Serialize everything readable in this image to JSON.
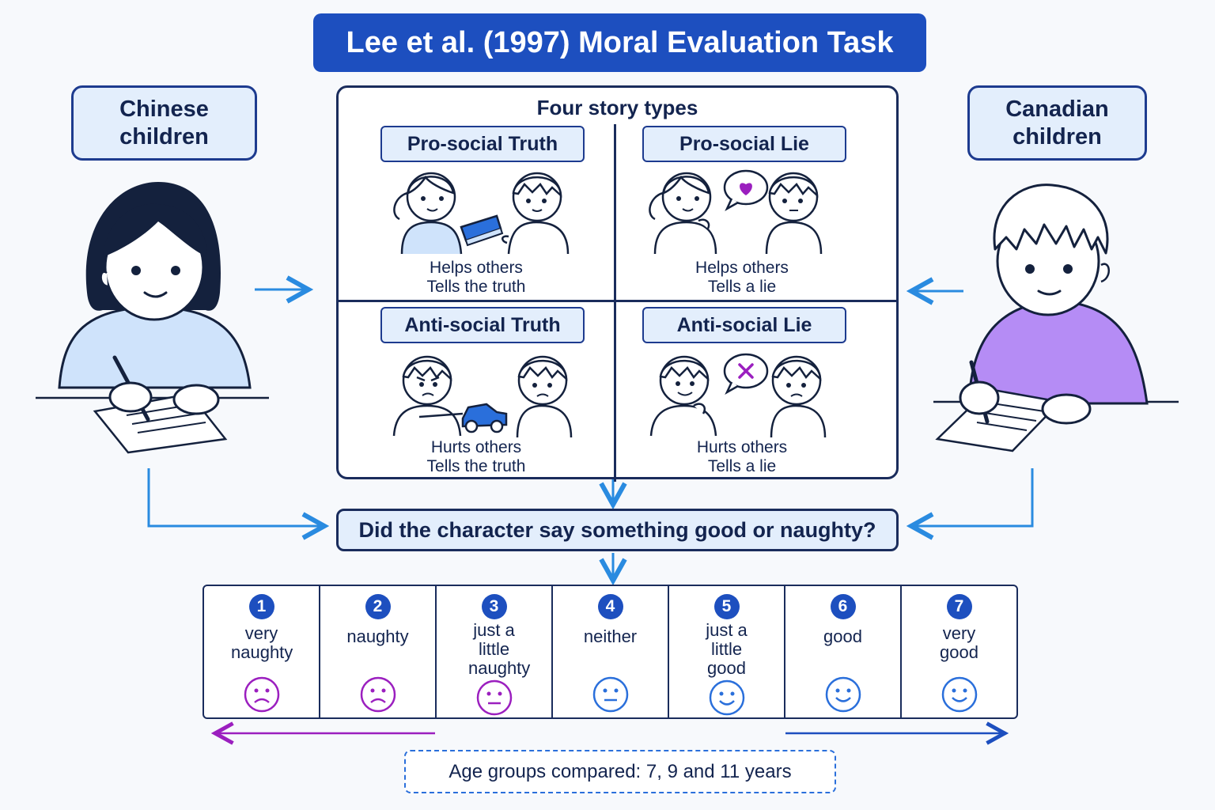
{
  "title": "Lee et al. (1997) Moral Evaluation Task",
  "groups": {
    "left": "Chinese children",
    "right": "Canadian children"
  },
  "stories": {
    "heading": "Four story types",
    "items": [
      {
        "label": "Pro-social Truth",
        "line1": "Helps others",
        "line2": "Tells the truth"
      },
      {
        "label": "Pro-social Lie",
        "line1": "Helps others",
        "line2": "Tells a lie"
      },
      {
        "label": "Anti-social Truth",
        "line1": "Hurts others",
        "line2": "Tells the truth"
      },
      {
        "label": "Anti-social Lie",
        "line1": "Hurts others",
        "line2": "Tells a lie"
      }
    ]
  },
  "question": "Did the character say something good or naughty?",
  "scale": [
    {
      "num": "1",
      "label": "very naughty",
      "mood": "sad",
      "color": "#9b1fbf"
    },
    {
      "num": "2",
      "label": "naughty",
      "mood": "sad",
      "color": "#9b1fbf"
    },
    {
      "num": "3",
      "label": "just a little naughty",
      "mood": "neutral",
      "color": "#9b1fbf"
    },
    {
      "num": "4",
      "label": "neither",
      "mood": "neutral",
      "color": "#2a6fdb"
    },
    {
      "num": "5",
      "label": "just a little good",
      "mood": "happy",
      "color": "#2a6fdb"
    },
    {
      "num": "6",
      "label": "good",
      "mood": "happy",
      "color": "#2a6fdb"
    },
    {
      "num": "7",
      "label": "very good",
      "mood": "happy",
      "color": "#2a6fdb"
    }
  ],
  "age_groups": "Age groups compared: 7, 9 and 11 years",
  "colors": {
    "primary": "#1d4fbf",
    "light_fill": "#e3eefc",
    "naughty": "#9b1fbf",
    "good": "#2a6fdb",
    "arrow": "#2a8be0"
  },
  "icons": {
    "heart": "heart-icon",
    "cross": "x-icon",
    "book": "book-icon",
    "car": "toy-car-icon"
  }
}
